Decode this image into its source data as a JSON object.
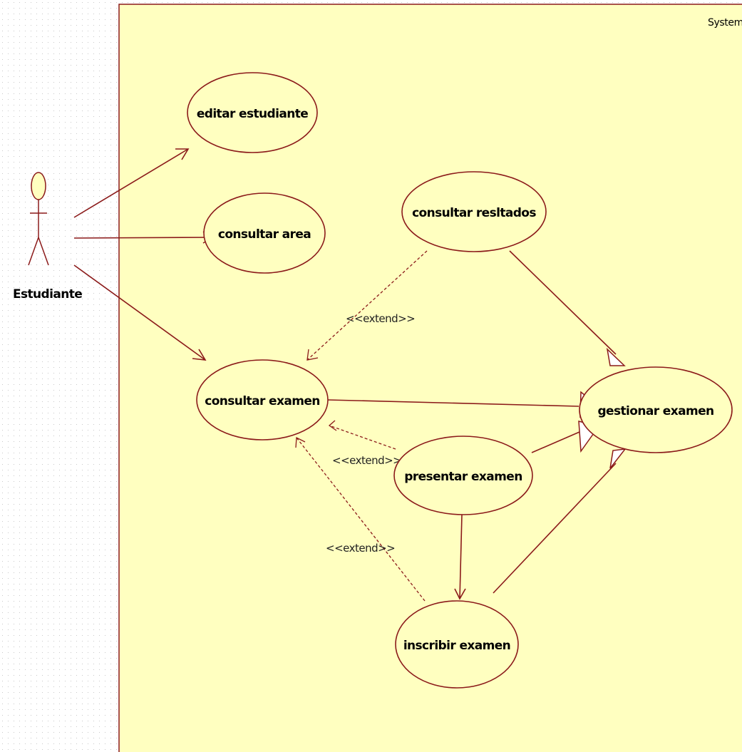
{
  "colors": {
    "background": "#ffffff",
    "grid_dot": "#c8c8c8",
    "system_fill": "#ffffc0",
    "stroke": "#8b1a1a",
    "text": "#000000"
  },
  "system": {
    "label": "System"
  },
  "actor": {
    "name": "Estudiante",
    "icon": "stick-figure-icon"
  },
  "use_cases": {
    "editar_estudiante": "editar estudiante",
    "consultar_area": "consultar area",
    "consultar_resltados": "consultar resltados",
    "consultar_examen": "consultar examen",
    "gestionar_examen": "gestionar examen",
    "presentar_examen": "presentar examen",
    "inscribir_examen": "inscribir examen"
  },
  "relations": {
    "extend_1": "<<extend>>",
    "extend_2": "<<extend>>",
    "extend_3": "<<extend>>"
  }
}
